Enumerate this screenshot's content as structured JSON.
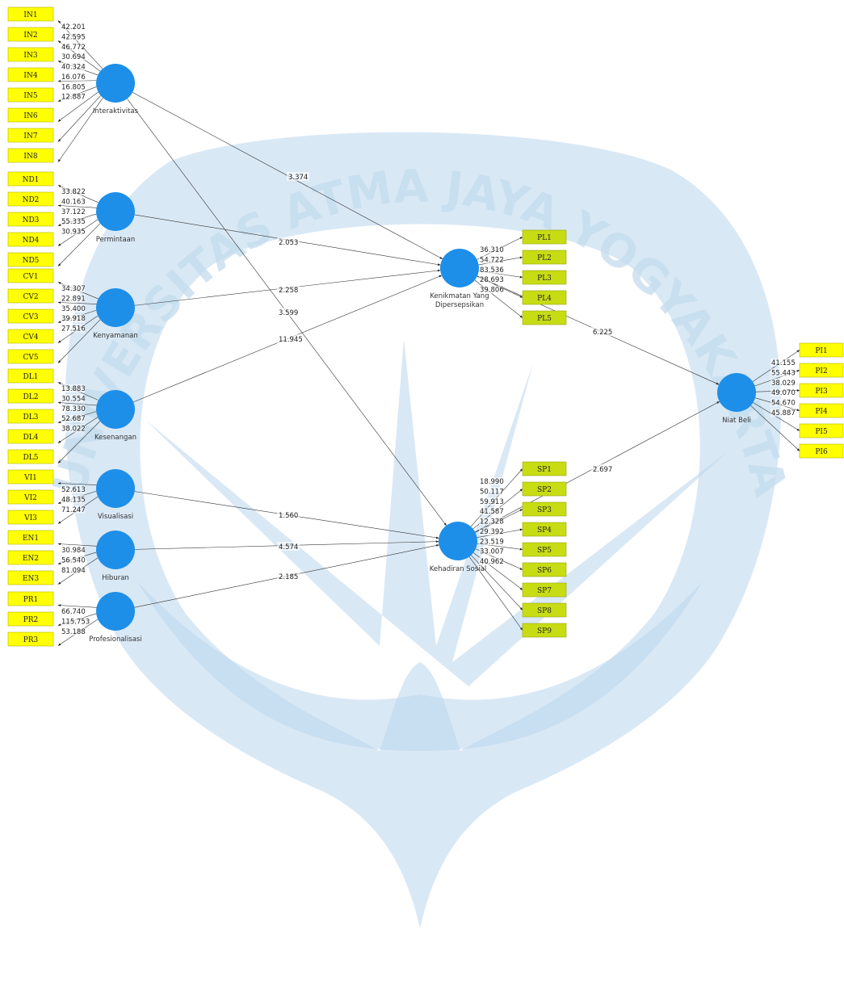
{
  "watermark": {
    "text": "UNIVERSITAS ATMA JAYA YOGYAKARTA"
  },
  "colors": {
    "indicator": "#ffff00",
    "endo_indicator": "#c8dc14",
    "latent": "#1e8fe8",
    "watermark": "#b9d6ec"
  },
  "constructs": {
    "interaktivitas": "Interaktivitas",
    "permintaan": "Permintaan",
    "kenyamanan": "Kenyamanan",
    "kesenangan": "Kesenangan",
    "visualisasi": "Visualisasi",
    "hiburan": "Hiburan",
    "profesionalisasi": "Profesionalisasi",
    "kenikmatan_1": "Kenikmatan Yang",
    "kenikmatan_2": "Dipersepsikan",
    "kehadiran": "Kehadiran Sosial",
    "niat": "Niat Beli"
  },
  "indicators": {
    "IN": [
      "IN1",
      "IN2",
      "IN3",
      "IN4",
      "IN5",
      "IN6",
      "IN7",
      "IN8"
    ],
    "ND": [
      "ND1",
      "ND2",
      "ND3",
      "ND4",
      "ND5"
    ],
    "CV": [
      "CV1",
      "CV2",
      "CV3",
      "CV4",
      "CV5"
    ],
    "DL": [
      "DL1",
      "DL2",
      "DL3",
      "DL4",
      "DL5"
    ],
    "VI": [
      "VI1",
      "VI2",
      "VI3"
    ],
    "EN": [
      "EN1",
      "EN2",
      "EN3"
    ],
    "PR": [
      "PR1",
      "PR2",
      "PR3"
    ],
    "PL": [
      "PL1",
      "PL2",
      "PL3",
      "PL4",
      "PL5"
    ],
    "SP": [
      "SP1",
      "SP2",
      "SP3",
      "SP4",
      "SP5",
      "SP6",
      "SP7",
      "SP8",
      "SP9"
    ],
    "PI": [
      "PI1",
      "PI2",
      "PI3",
      "PI4",
      "PI5",
      "PI6"
    ]
  },
  "loadings": {
    "IN": [
      "42.201",
      "42.595",
      "46.772",
      "30.694",
      "40.324",
      "16.076",
      "16.805",
      "12.887"
    ],
    "ND": [
      "33.822",
      "40.163",
      "37.122",
      "55.335",
      "30.935"
    ],
    "CV": [
      "34.307",
      "22.891",
      "35.400",
      "39.918",
      "27.516"
    ],
    "DL": [
      "13.883",
      "30.554",
      "78.330",
      "52.687",
      "38.022"
    ],
    "VI": [
      "52.613",
      "48.135",
      "71.247"
    ],
    "EN": [
      "30.984",
      "56.540",
      "81.094"
    ],
    "PR": [
      "66.740",
      "115.753",
      "53.188"
    ],
    "PL": [
      "36.310",
      "54.722",
      "83.536",
      "28.693",
      "39.806"
    ],
    "SP": [
      "18.990",
      "50.117",
      "59.913",
      "41.587",
      "12.328",
      "29.392",
      "23.519",
      "33.007",
      "40.962"
    ],
    "PI": [
      "41.155",
      "55.443",
      "38.029",
      "49.070",
      "54.670",
      "45.887"
    ]
  },
  "paths": {
    "in_pl": "3.374",
    "nd_pl": "2.053",
    "cv_pl": "2.258",
    "dl_pl": "11.945",
    "in_sp": "3.599",
    "vi_sp": "1.560",
    "en_sp": "4.574",
    "pr_sp": "2.185",
    "pl_pi": "6.225",
    "sp_pi": "2.697"
  }
}
